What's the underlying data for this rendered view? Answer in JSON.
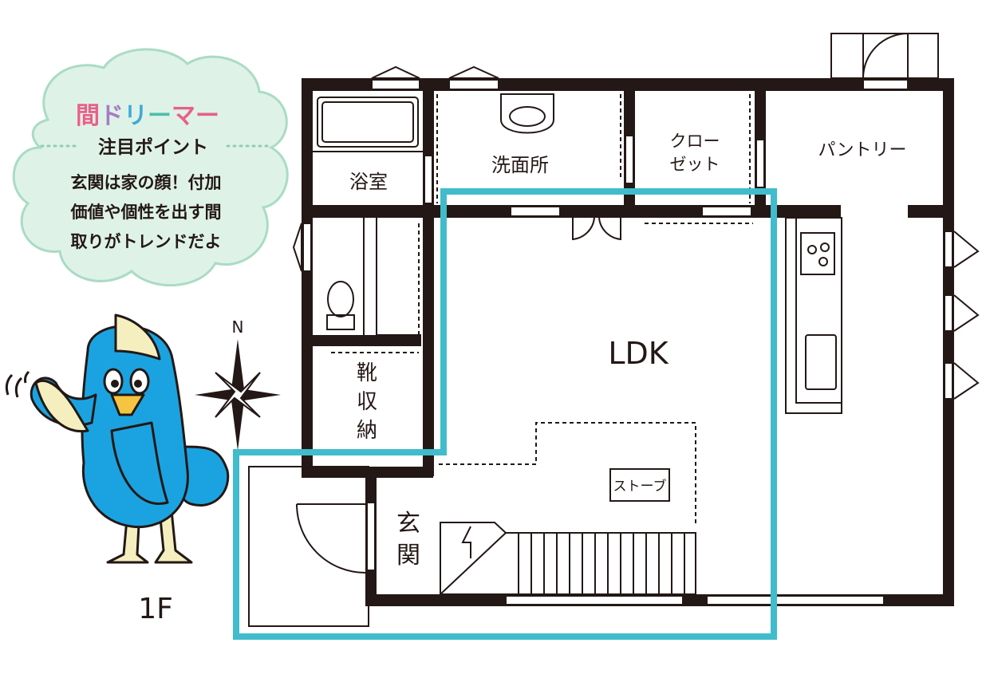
{
  "speech_bubble": {
    "title_chars": [
      "間",
      "ド",
      "リ",
      "ー",
      "マ",
      "ー"
    ],
    "title_colors": [
      "#e8608a",
      "#a67cc4",
      "#3fa9d8",
      "#4cbfa8",
      "#e8608a",
      "#e8608a"
    ],
    "subtitle": "注目ポイント",
    "body_lines": [
      "玄関は家の顔！付加",
      "価値や個性を出す間",
      "取りがトレンドだよ"
    ],
    "cloud_color": "#dff2e8",
    "cloud_outline": "#a9dcc4"
  },
  "rooms": {
    "bath": "浴室",
    "washroom": "洗面所",
    "closet_line1": "クロー",
    "closet_line2": "ゼット",
    "pantry": "パントリー",
    "ldk": "LDK",
    "shoe_storage": [
      "靴",
      "収",
      "納"
    ],
    "entrance": [
      "玄",
      "関"
    ],
    "stove": "ストーブ"
  },
  "compass": {
    "north": "N"
  },
  "floor_label": "1F",
  "colors": {
    "wall": "#231815",
    "highlight": "#40bccc",
    "bird_body": "#1aa3e0",
    "bird_crest": "#f5efc0",
    "bird_beak": "#f5c542"
  }
}
